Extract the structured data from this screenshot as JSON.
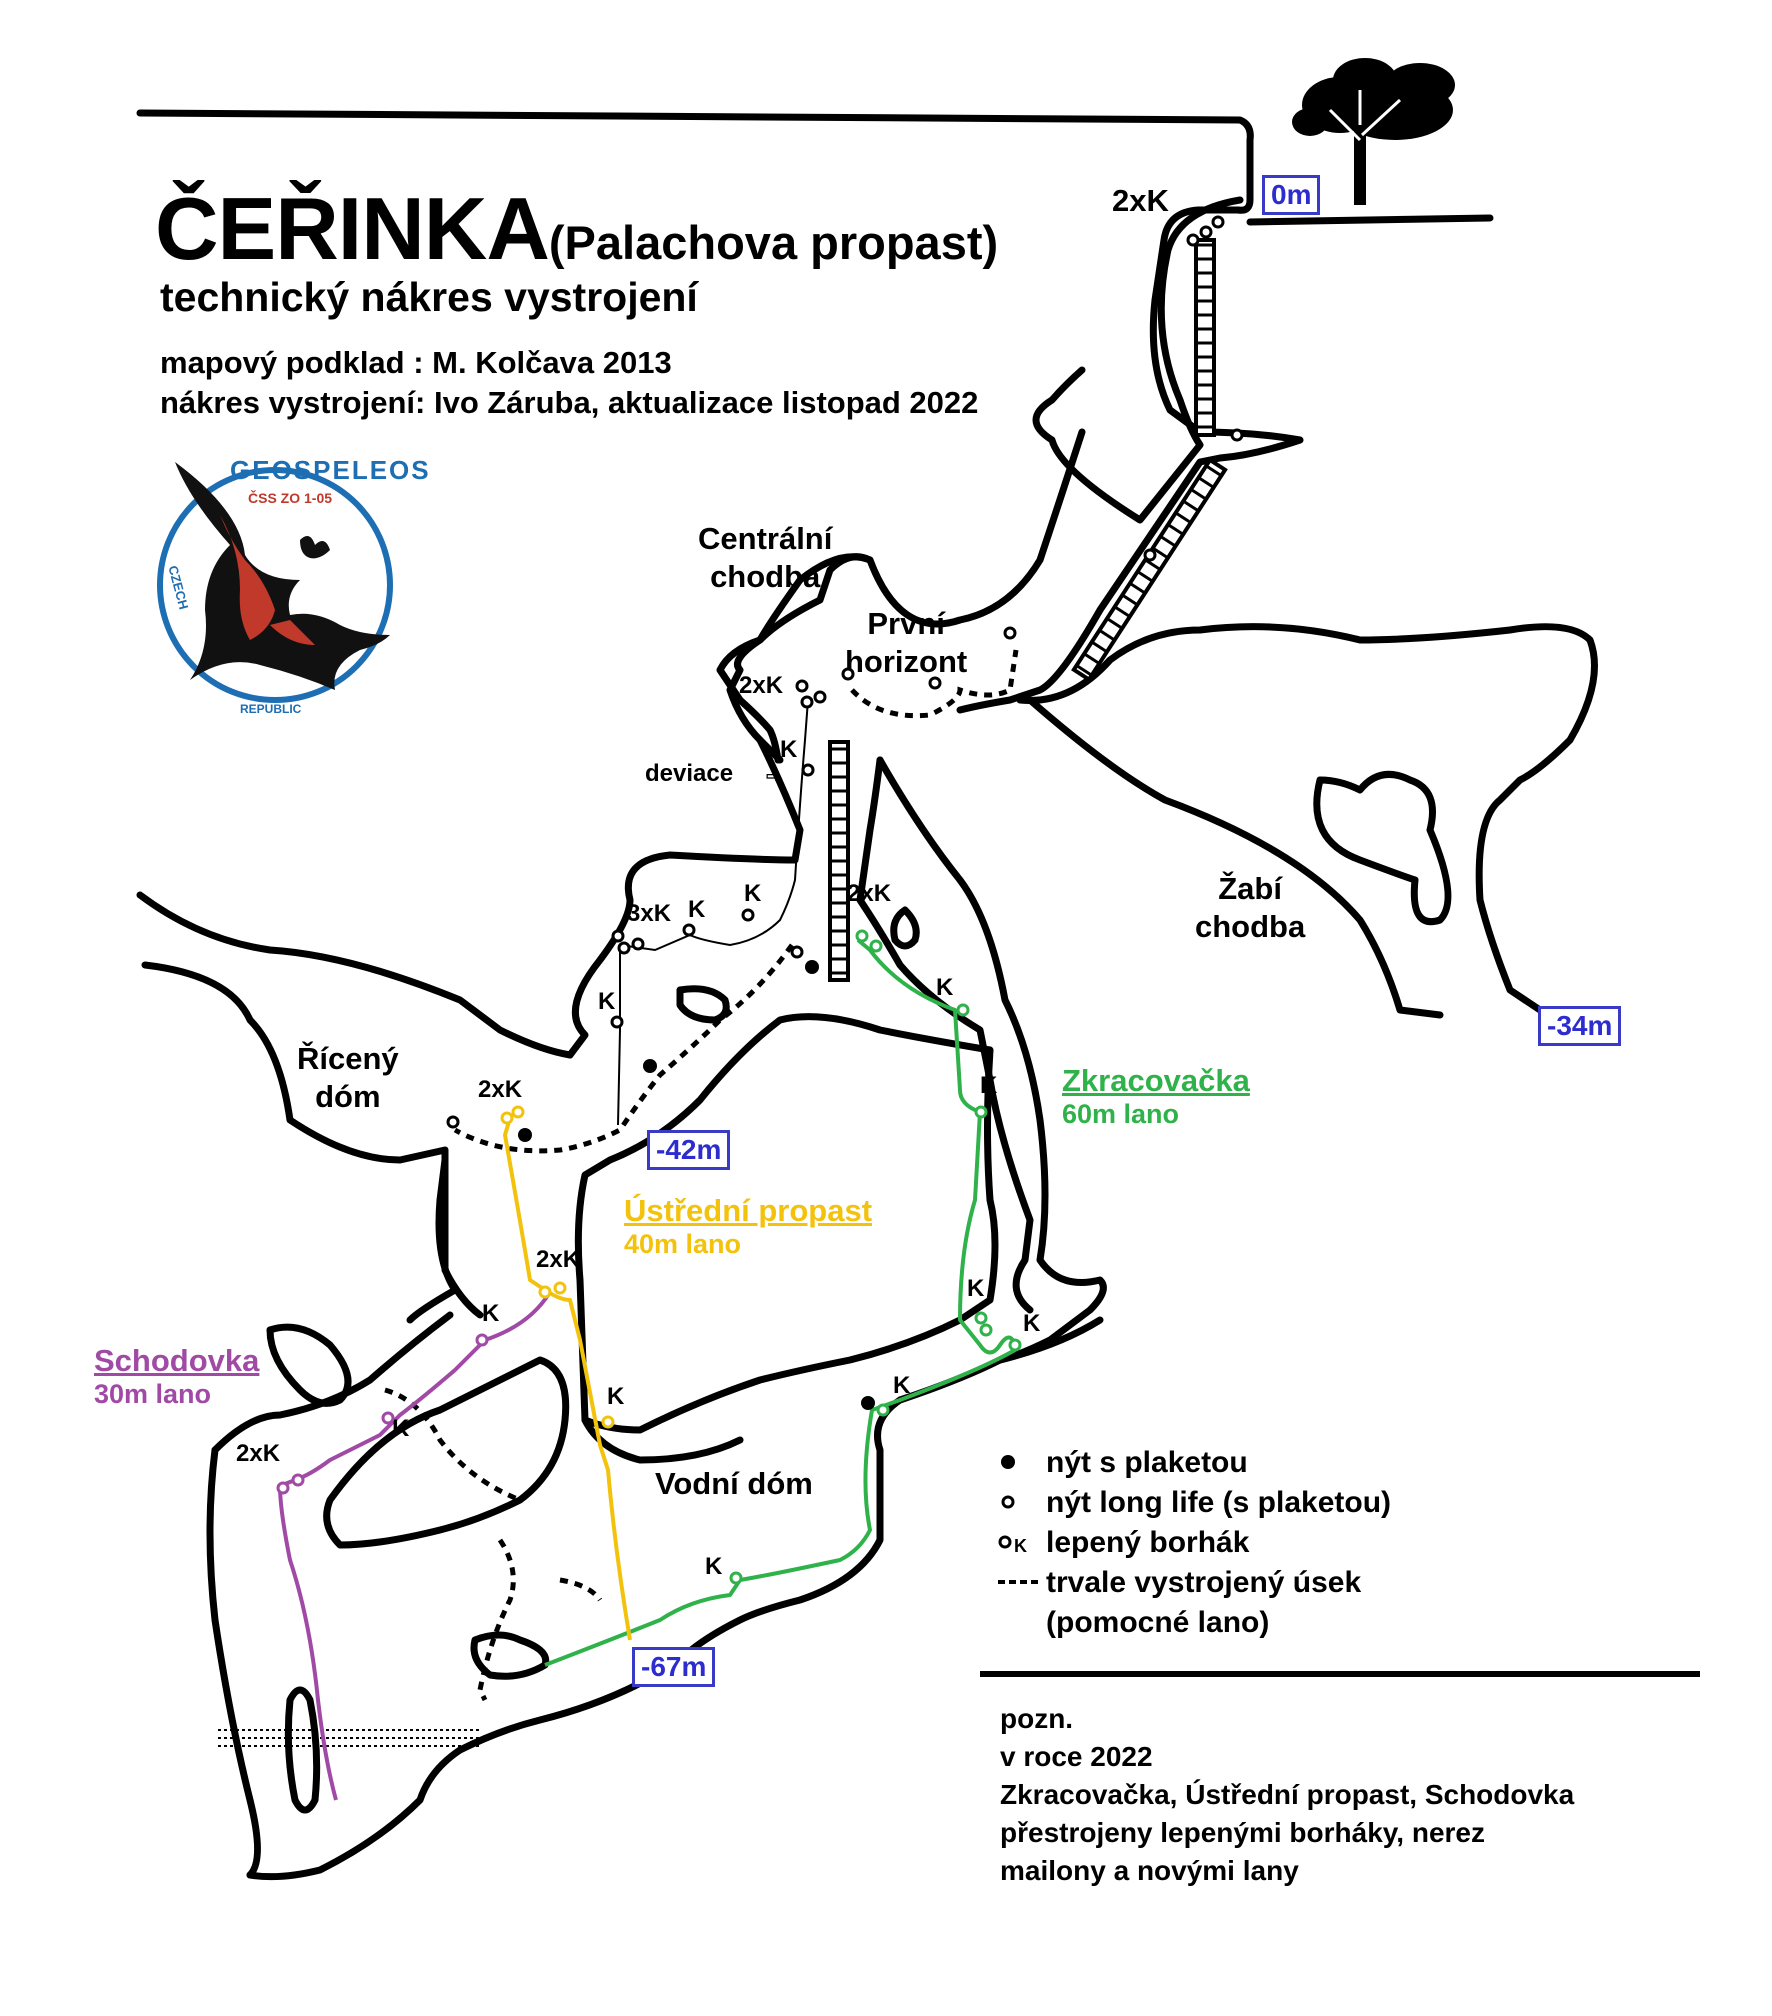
{
  "title": {
    "main": "ČEŘINKA",
    "sub": "(Palachova propast)",
    "subtitle": "technický nákres vystrojení",
    "map_credit": "mapový podklad : M. Kolčava 2013",
    "rigging_credit": "nákres vystrojení: Ivo Záruba, aktualizace listopad 2022"
  },
  "logo": {
    "name": "GEOSPELEOS",
    "code": "ČSS ZO 1-05",
    "country_left": "CZECH",
    "country_bottom": "REPUBLIC"
  },
  "places": {
    "centralni_chodba": [
      "Centrální",
      "chodba"
    ],
    "prvni_horizont": [
      "První",
      "horizont"
    ],
    "zabi_chodba": [
      "Žabí",
      "chodba"
    ],
    "riceny_dom": [
      "Řícený",
      "dóm"
    ],
    "vodni_dom": "Vodní dóm",
    "deviace": "deviace"
  },
  "depths": {
    "d0": "0m",
    "d34": "-34m",
    "d42": "-42m",
    "d67": "-67m"
  },
  "anchors": {
    "entrance": "2xK",
    "centralni_top": "2xK",
    "k_deviace": "K",
    "three_k": "3xK",
    "k_a": "K",
    "k_b": "K",
    "k_c": "K",
    "zkr_top": "2xK",
    "zkr_k1": "K",
    "zkr_k2": "K",
    "zkr_k3": "K",
    "zkr_k4": "K",
    "zkr_k5": "K",
    "zkr_k6": "K",
    "ust_top": "2xK",
    "ust_mid": "2xK",
    "ust_k": "K",
    "sch_k1": "K",
    "sch_k2": "K",
    "sch_bottom": "2xK"
  },
  "routes": {
    "zkracovacka": {
      "name": "Zkracovačka",
      "rope": "60m lano",
      "color": "#2fb24a"
    },
    "ustredni": {
      "name": "Ústřední propast",
      "rope": "40m lano",
      "color": "#f2c20c"
    },
    "schodovka": {
      "name": "Schodovka",
      "rope": "30m lano",
      "color": "#a04aa6"
    }
  },
  "legend": {
    "rivet": "nýt s plaketou",
    "long_life": "nýt long life (s plaketou)",
    "glued": "lepený borhák",
    "permanent": "trvale vystrojený úsek",
    "permanent_note": "(pomocné lano)",
    "k_symbol": "K"
  },
  "note": {
    "heading": "pozn.",
    "lines": [
      "v roce 2022",
      "Zkracovačka, Ústřední propast, Schodovka",
      "přestrojeny lepenými borháky, nerez",
      "mailony a novými lany"
    ]
  }
}
